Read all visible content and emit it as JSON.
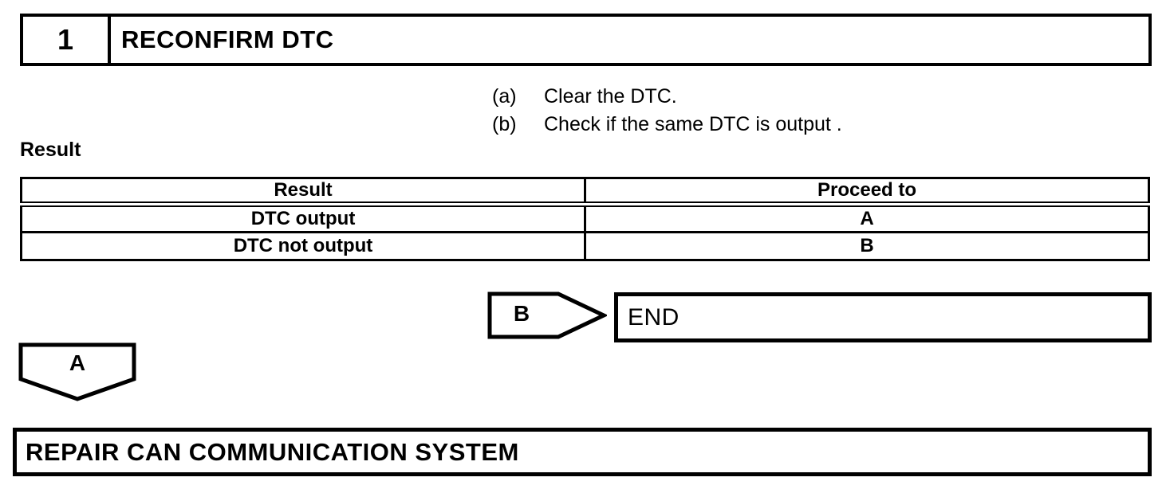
{
  "page": {
    "background_color": "#ffffff",
    "ink_color": "#000000"
  },
  "step_header": {
    "number": "1",
    "title": "RECONFIRM DTC"
  },
  "procedure": {
    "steps": [
      {
        "label": "(a)",
        "text": "Clear the DTC."
      },
      {
        "label": "(b)",
        "text": "Check if the same DTC is output ."
      }
    ]
  },
  "result_section": {
    "heading": "Result",
    "table": {
      "columns": [
        "Result",
        "Proceed to"
      ],
      "rows": [
        {
          "result": "DTC output",
          "proceed_to": "A"
        },
        {
          "result": "DTC not output",
          "proceed_to": "B"
        }
      ]
    }
  },
  "connectors": {
    "b": {
      "label": "B"
    },
    "a": {
      "label": "A"
    }
  },
  "end_box": {
    "label": "END"
  },
  "action_box": {
    "label": "REPAIR CAN COMMUNICATION SYSTEM"
  }
}
